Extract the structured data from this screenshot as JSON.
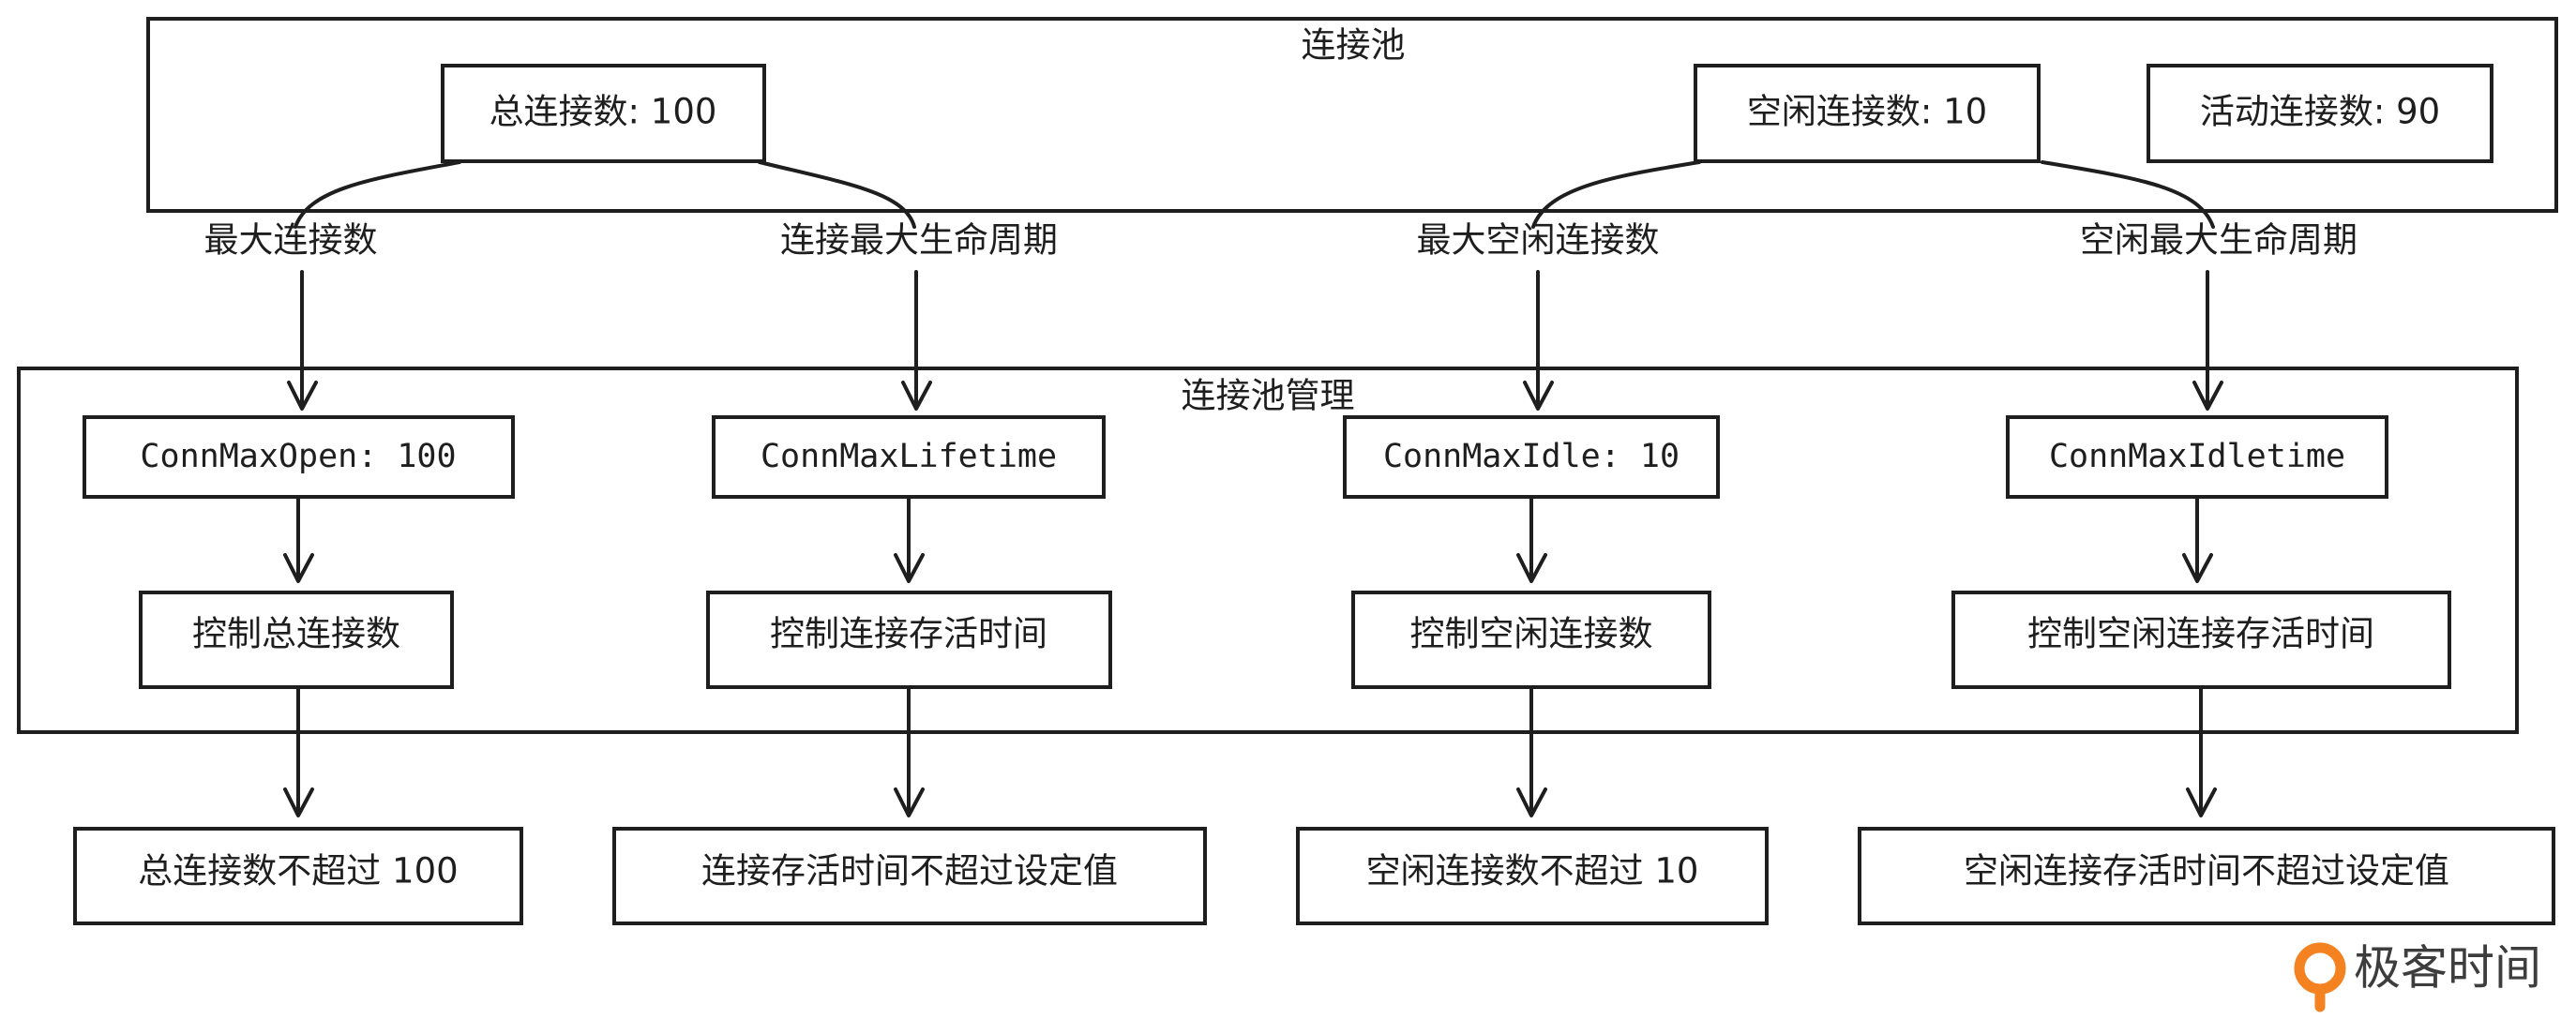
{
  "pool": {
    "title": "连接池",
    "total_connections": "总连接数: 100",
    "idle_connections": "空闲连接数: 10",
    "active_connections": "活动连接数: 90"
  },
  "edges": {
    "max_connections": "最大连接数",
    "conn_max_lifetime": "连接最大生命周期",
    "max_idle_connections": "最大空闲连接数",
    "idle_max_lifetime": "空闲最大生命周期"
  },
  "management": {
    "title": "连接池管理",
    "settings": {
      "max_open": "ConnMaxOpen: 100",
      "max_lifetime": "ConnMaxLifetime",
      "max_idle": "ConnMaxIdle: 10",
      "max_idletime": "ConnMaxIdletime"
    },
    "controls": {
      "total": "控制总连接数",
      "lifetime": "控制连接存活时间",
      "idle": "控制空闲连接数",
      "idle_lifetime": "控制空闲连接存活时间"
    }
  },
  "results": {
    "total": "总连接数不超过 100",
    "lifetime": "连接存活时间不超过设定值",
    "idle": "空闲连接数不超过 10",
    "idle_lifetime": "空闲连接存活时间不超过设定值"
  },
  "logo": {
    "text": "极客时间",
    "accent_color": "#f58220"
  }
}
